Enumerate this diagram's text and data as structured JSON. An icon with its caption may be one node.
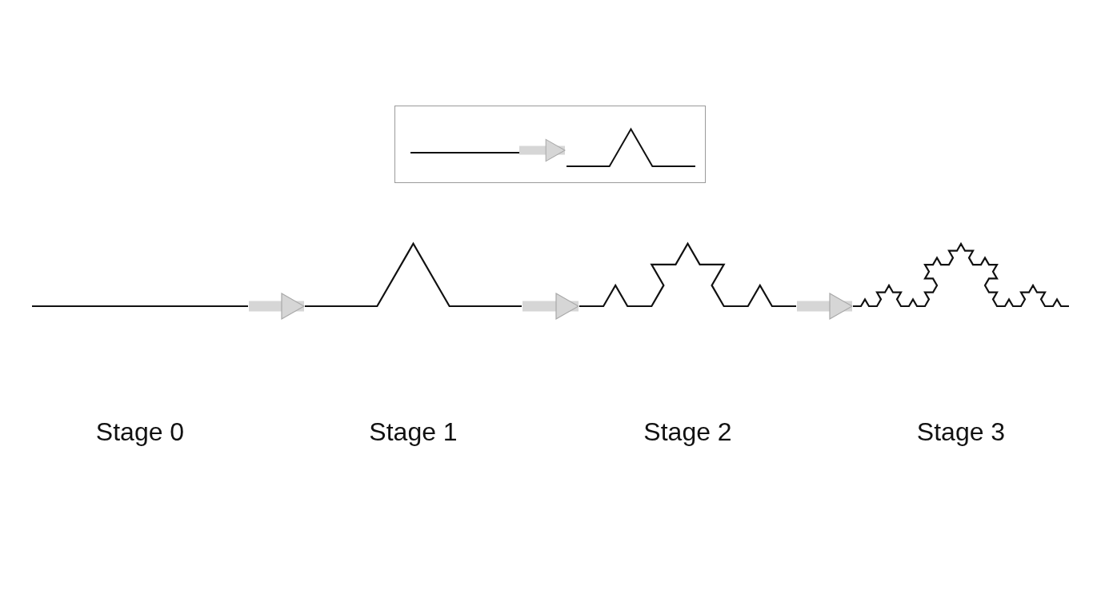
{
  "diagram": {
    "nodes": [
      {
        "text": [],
        "shape": "box"
      },
      {
        "text": [],
        "shape": "picture",
        "in": 0
      },
      {
        "text": [],
        "shape": "picture",
        "in": 0
      },
      {
        "text": [
          "Stage 0"
        ]
      },
      {
        "text": [
          "Stage 1"
        ]
      },
      {
        "text": [
          "Stage 2"
        ]
      },
      {
        "text": [
          "Stage 3"
        ]
      }
    ],
    "edges": [
      {
        "from": 1,
        "to": 2,
        "arrow": "to"
      },
      {
        "from": 3,
        "to": 4,
        "arrow": "to"
      },
      {
        "from": 4,
        "to": 5,
        "arrow": "to"
      },
      {
        "from": 5,
        "to": 6,
        "arrow": "to"
      }
    ]
  }
}
